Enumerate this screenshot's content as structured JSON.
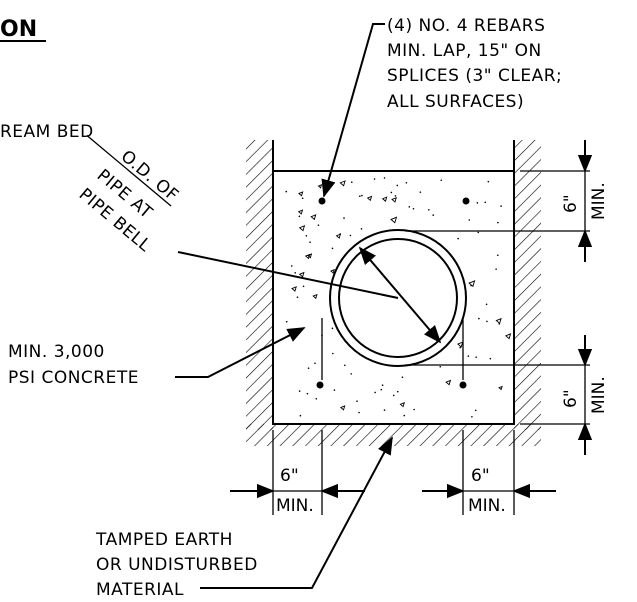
{
  "title_fragment": "ON",
  "labels": {
    "rebar_line1": "(4)  NO. 4 REBARS",
    "rebar_line2": "MIN. LAP, 15\" ON",
    "rebar_line3": "SPLICES (3\" CLEAR;",
    "rebar_line4": "ALL SURFACES)",
    "stream_bed": "REAM BED",
    "od_line1": "O.D. OF",
    "od_line2": "PIPE AT",
    "od_line3": "PIPE BELL",
    "concrete_line1": "MIN. 3,000",
    "concrete_line2": "PSI CONCRETE",
    "earth_line1": "TAMPED EARTH",
    "earth_line2": "OR UNDISTURBED",
    "earth_line3": "MATERIAL"
  },
  "dimensions": {
    "top_clear": "6\"",
    "top_clear_min": "MIN.",
    "bottom_clear": "6\"",
    "bottom_clear_min": "MIN.",
    "left_width": "6\"",
    "left_width_min": "MIN.",
    "right_width": "6\"",
    "right_width_min": "MIN."
  }
}
